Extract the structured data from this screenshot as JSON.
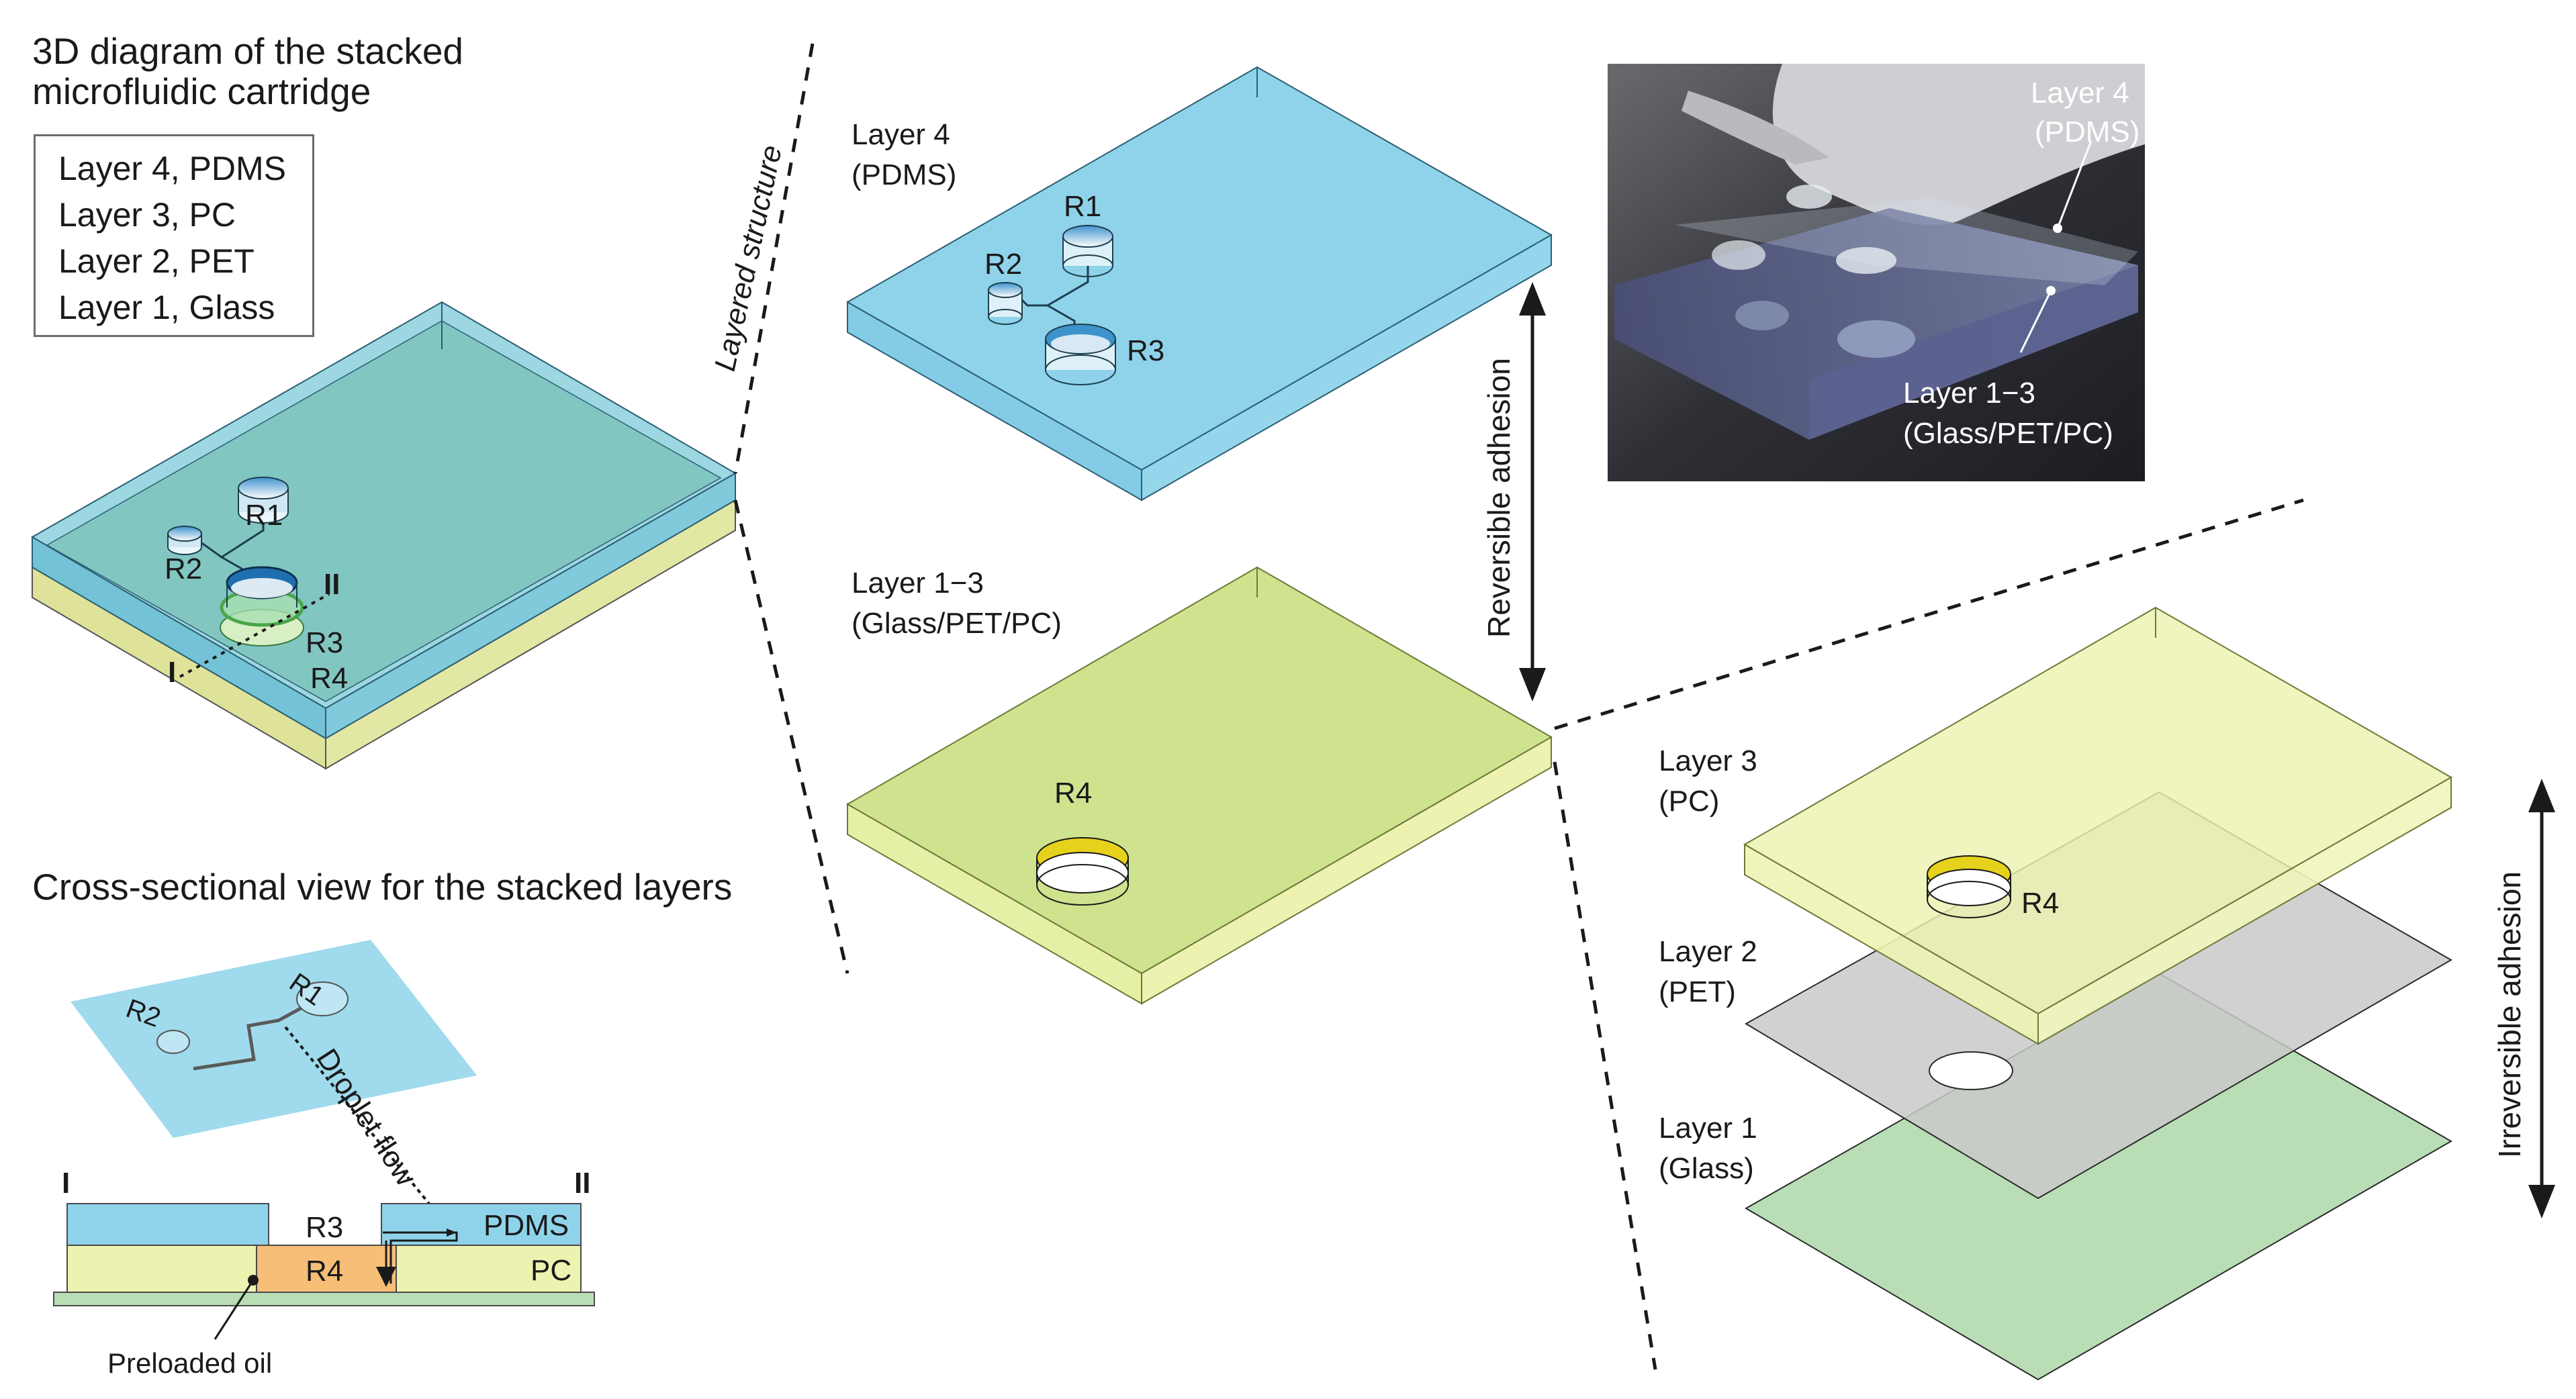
{
  "overview": {
    "title_line1": "3D diagram of the stacked",
    "title_line2": "microfluidic cartridge",
    "legend": [
      "Layer 4, PDMS",
      "Layer 3, PC",
      "Layer 2, PET",
      "Layer 1, Glass"
    ],
    "labels": {
      "r1": "R1",
      "r2": "R2",
      "r3": "R3",
      "r4": "R4",
      "cut_start": "I",
      "cut_end": "II"
    }
  },
  "annotations": {
    "layered_structure": "Layered structure",
    "reversible_adhesion": "Reversible adhesion",
    "irreversible_adhesion": "Irreversible adhesion"
  },
  "exploded_top": {
    "layer4_line1": "Layer 4",
    "layer4_line2": "(PDMS)",
    "r1": "R1",
    "r2": "R2",
    "r3": "R3",
    "layer13_line1": "Layer 1−3",
    "layer13_line2": "(Glass/PET/PC)",
    "r4": "R4"
  },
  "photo": {
    "layer4_line1": "Layer 4",
    "layer4_line2": "(PDMS)",
    "layer13_line1": "Layer 1−3",
    "layer13_line2": "(Glass/PET/PC)"
  },
  "exploded_bottom": {
    "layer3_line1": "Layer 3",
    "layer3_line2": "(PC)",
    "layer2_line1": "Layer 2",
    "layer2_line2": "(PET)",
    "layer1_line1": "Layer 1",
    "layer1_line2": "(Glass)",
    "r4": "R4"
  },
  "cross_section": {
    "title": "Cross-sectional view for the stacked layers",
    "r1": "R1",
    "r2": "R2",
    "droplet_flow": "Droplet flow",
    "cut_start": "I",
    "cut_end": "II",
    "r3": "R3",
    "r4": "R4",
    "pdms": "PDMS",
    "pc": "PC",
    "preloaded_oil": "Preloaded oil"
  },
  "colors": {
    "pdms_blue": "#8fd3ea",
    "pc_yellow": "#edf2b0",
    "glass_green": "#b9deb6",
    "pet_gray": "#c9c9c9",
    "reservoir_yellow": "#e6d21c",
    "oil_orange": "#f6be77"
  }
}
